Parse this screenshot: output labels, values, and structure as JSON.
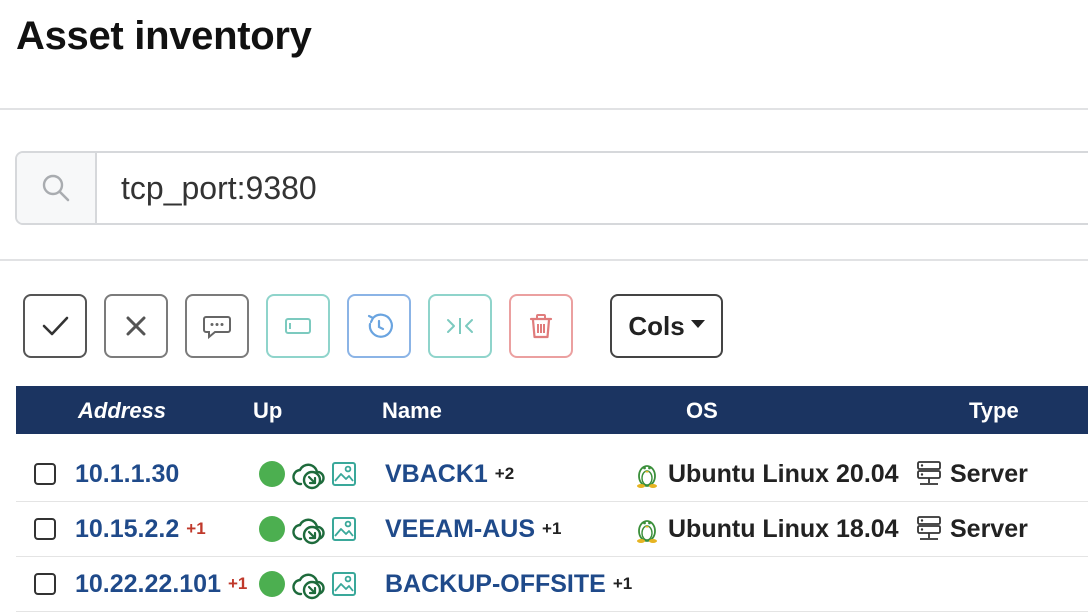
{
  "page": {
    "title": "Asset inventory"
  },
  "search": {
    "value": "tcp_port:9380",
    "icon": "search-icon"
  },
  "toolbar": {
    "buttons": [
      {
        "name": "select-all-button",
        "icon": "check-icon"
      },
      {
        "name": "deselect-button",
        "icon": "close-icon"
      },
      {
        "name": "comment-button",
        "icon": "comment-icon"
      },
      {
        "name": "tag-button",
        "icon": "rectangle-icon"
      },
      {
        "name": "rescan-button",
        "icon": "history-icon"
      },
      {
        "name": "merge-button",
        "icon": "merge-icon"
      },
      {
        "name": "delete-button",
        "icon": "trash-icon"
      }
    ],
    "cols_label": "Cols"
  },
  "table": {
    "columns": {
      "address": "Address",
      "up": "Up",
      "name": "Name",
      "os": "OS",
      "type": "Type"
    },
    "rows": [
      {
        "address": "10.1.1.30",
        "address_extra": "",
        "name": "VBACK1",
        "name_extra": "+2",
        "os": "Ubuntu Linux 20.04",
        "type": "Server"
      },
      {
        "address": "10.15.2.2",
        "address_extra": "+1",
        "name": "VEEAM-AUS",
        "name_extra": "+1",
        "os": "Ubuntu Linux 18.04",
        "type": "Server"
      },
      {
        "address": "10.22.22.101",
        "address_extra": "+1",
        "name": "BACKUP-OFFSITE",
        "name_extra": "+1",
        "os": "",
        "type": ""
      }
    ]
  },
  "colors": {
    "header_bg": "#1b3461",
    "link": "#1f4a8a",
    "status_up": "#4caf50",
    "badge_red": "#c0392b",
    "sync_icon": "#1e6b3c",
    "image_icon": "#3aa89a"
  }
}
